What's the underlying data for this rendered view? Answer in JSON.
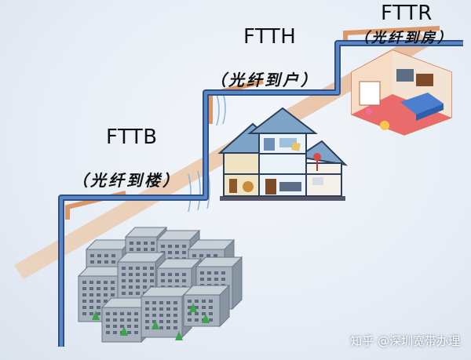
{
  "tiers": [
    {
      "name": "FTTB",
      "sub": "（光纤到楼）"
    },
    {
      "name": "FTTH",
      "sub": "（光纤到户）"
    },
    {
      "name": "FTTR",
      "sub": "（光纤到房）"
    }
  ],
  "watermark": "知乎 @深圳宽带办理",
  "colors": {
    "fiber": "#3f68a6",
    "ramp": "#e9b98c",
    "bracket": "#d9986a"
  }
}
